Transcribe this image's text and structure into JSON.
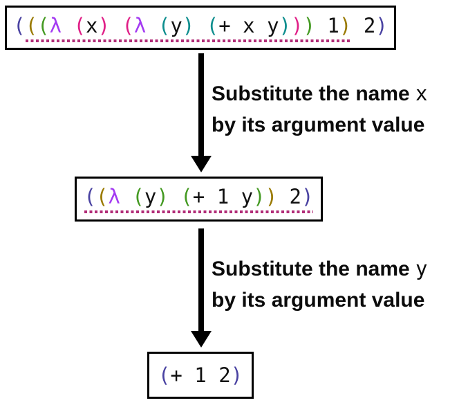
{
  "colors": {
    "p1": "#4a43a2",
    "p2": "#9a7a00",
    "p3": "#449a22",
    "p4": "#e01f87",
    "p5": "#0d8e8e",
    "lam": "#a43bf2",
    "txt": "#111111",
    "underline": "#b12c77",
    "arrow": "#000000",
    "box_border": "#000000",
    "background": "#ffffff"
  },
  "expressions": {
    "step1": {
      "full_text": "(((λ (x) (λ (y) (+ x y))) 1) 2)",
      "segments": [
        {
          "underline": false,
          "tokens": [
            [
              "(",
              "p1"
            ]
          ]
        },
        {
          "underline": true,
          "tokens": [
            [
              "(",
              "p2"
            ],
            [
              "(",
              "p3"
            ],
            [
              "λ",
              "lam"
            ],
            [
              " ",
              "txt"
            ],
            [
              "(",
              "p4"
            ],
            [
              "x",
              "txt"
            ],
            [
              ")",
              "p4"
            ],
            [
              " ",
              "txt"
            ],
            [
              "(",
              "p4"
            ],
            [
              "λ",
              "lam"
            ],
            [
              " ",
              "txt"
            ],
            [
              "(",
              "p5"
            ],
            [
              "y",
              "txt"
            ],
            [
              ")",
              "p5"
            ],
            [
              " ",
              "txt"
            ],
            [
              "(",
              "p5"
            ],
            [
              "+",
              "txt"
            ],
            [
              " ",
              "txt"
            ],
            [
              "x",
              "txt"
            ],
            [
              " ",
              "txt"
            ],
            [
              "y",
              "txt"
            ],
            [
              ")",
              "p5"
            ],
            [
              ")",
              "p4"
            ],
            [
              ")",
              "p3"
            ],
            [
              " ",
              "txt"
            ],
            [
              "1",
              "txt"
            ],
            [
              ")",
              "p2"
            ]
          ]
        },
        {
          "underline": false,
          "tokens": [
            [
              " ",
              "txt"
            ],
            [
              "2",
              "txt"
            ],
            [
              ")",
              "p1"
            ]
          ]
        }
      ]
    },
    "step2": {
      "full_text": "((λ (y) (+ 1 y)) 2)",
      "segments": [
        {
          "underline": true,
          "tokens": [
            [
              "(",
              "p1"
            ],
            [
              "(",
              "p2"
            ],
            [
              "λ",
              "lam"
            ],
            [
              " ",
              "txt"
            ],
            [
              "(",
              "p3"
            ],
            [
              "y",
              "txt"
            ],
            [
              ")",
              "p3"
            ],
            [
              " ",
              "txt"
            ],
            [
              "(",
              "p3"
            ],
            [
              "+",
              "txt"
            ],
            [
              " ",
              "txt"
            ],
            [
              "1",
              "txt"
            ],
            [
              " ",
              "txt"
            ],
            [
              "y",
              "txt"
            ],
            [
              ")",
              "p3"
            ],
            [
              ")",
              "p2"
            ],
            [
              " ",
              "txt"
            ],
            [
              "2",
              "txt"
            ],
            [
              ")",
              "p1"
            ]
          ]
        }
      ]
    },
    "step3": {
      "full_text": "(+ 1 2)",
      "segments": [
        {
          "underline": false,
          "tokens": [
            [
              "(",
              "p1"
            ],
            [
              "+",
              "txt"
            ],
            [
              " ",
              "txt"
            ],
            [
              "1",
              "txt"
            ],
            [
              " ",
              "txt"
            ],
            [
              "2",
              "txt"
            ],
            [
              ")",
              "p1"
            ]
          ]
        }
      ]
    }
  },
  "arrows": [
    {
      "label_prefix": "Substitute the name ",
      "variable": "x",
      "line2": "by its argument value"
    },
    {
      "label_prefix": "Substitute the name ",
      "variable": "y",
      "line2": "by its argument value"
    }
  ]
}
